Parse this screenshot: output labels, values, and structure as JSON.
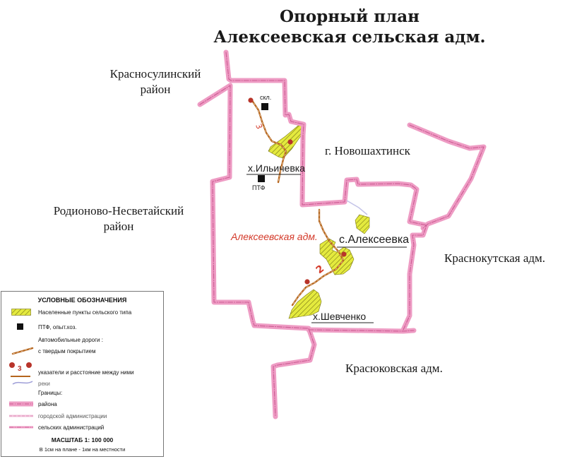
{
  "title": {
    "line1": "Опорный план",
    "line2": "Алексеевская сельская адм."
  },
  "neighbors": {
    "krasnosulinsky_l1": "Красносулинский",
    "krasnosulinsky_l2": "район",
    "novoshakhtinsk": "г. Новошахтинск",
    "rodionovo_l1": "Родионово-Несветайский",
    "rodionovo_l2": "район",
    "krasnokutskaya": "Краснокутская адм.",
    "krasyukovskaya": "Красюковская адм."
  },
  "settlements": {
    "ilyichevka": "х.Ильичевка",
    "alekseevka": "с.Алексеевка",
    "shevchenko": "х.Шевченко"
  },
  "map_labels": {
    "admin_name": "Алексеевская адм.",
    "skl": "скл.",
    "ptf": "ПТФ",
    "dist_north": "3",
    "dist_south": "2"
  },
  "legend": {
    "title": "УСЛОВНЫЕ ОБОЗНАЧЕНИЯ",
    "settlements": "Населенные пункты сельского типа",
    "ptf": "ПТФ, опыт.хоз.",
    "roads_title": "Автомобильные дороги :",
    "roads_paved": "с твердым покрытием",
    "pointer": "указатели и расстояние между ними",
    "pointer_number": "3",
    "rivers": "реки",
    "borders_title": "Границы:",
    "border_district": "района",
    "border_city": "городской администрации",
    "border_rural": "сельских администраций",
    "scale_title": "МАСШТАБ  1: 100 000",
    "scale_note": "В 1см на плане - 1км на местности"
  },
  "colors": {
    "border_pink": "#ee9cc4",
    "border_pink_dark": "#cc5a92",
    "settlement_yellow": "#e4ea3e",
    "road_brown": "#b5651d",
    "pointer_red": "#b8342a",
    "river_lilac": "#9f9fd8",
    "admin_label_red": "#d43a2a"
  }
}
